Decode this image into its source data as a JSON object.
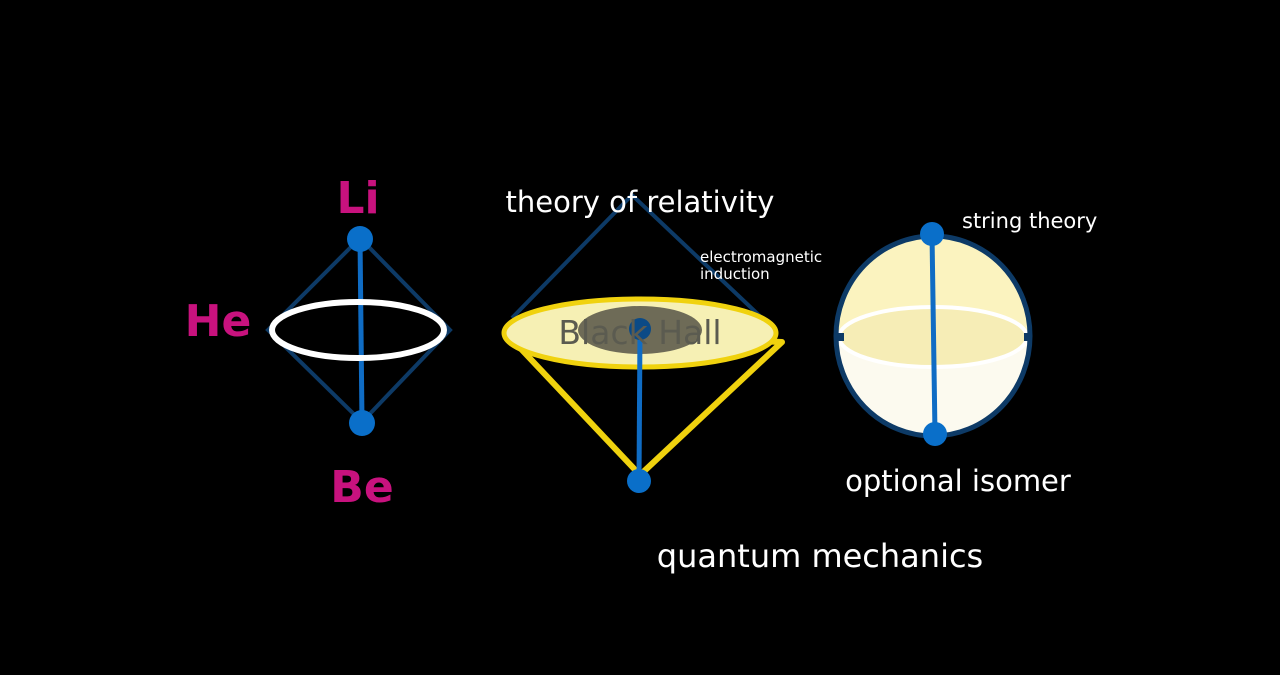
{
  "colors": {
    "background": "#000000",
    "element_label": "#c8127e",
    "node_blue": "#0a6fc9",
    "axis_blue": "#0f6cc4",
    "outline_navy": "#0d3a66",
    "ring_white": "#ffffff",
    "gold_outline": "#f0d20e",
    "disk_cream": "#f6f0b4",
    "sphere_top": "#fbf3bf",
    "sphere_bottom": "#fcfaef",
    "shadow_gray": "#6e6b57",
    "label_white": "#ffffff",
    "blackhall_text": "#5b5b50"
  },
  "atom_diagram": {
    "top_label": "Li",
    "left_label": "He",
    "bottom_label": "Be"
  },
  "cone_diagram": {
    "top_label": "theory of relativity",
    "side_label_line1": "electromagnetic",
    "side_label_line2": "induction",
    "center_label": "Black Hall",
    "bottom_label": "quantum mechanics"
  },
  "sphere_diagram": {
    "top_label": "string theory",
    "bottom_label": "optional isomer"
  }
}
